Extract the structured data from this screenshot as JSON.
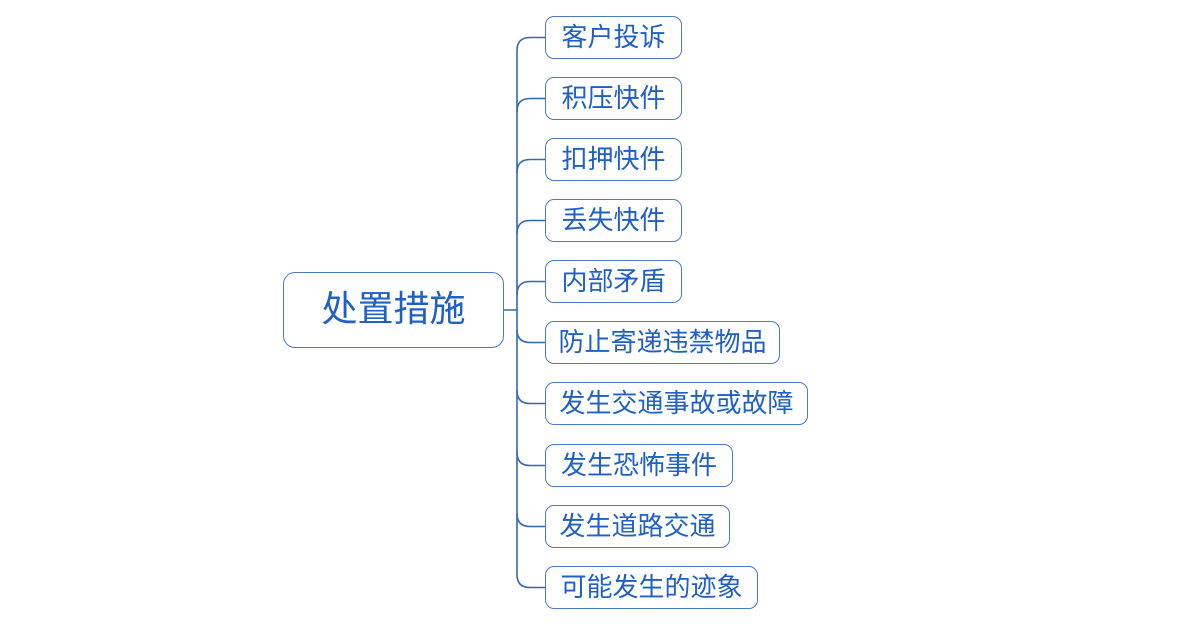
{
  "theme": {
    "node_border_color": "#4A7AC8",
    "connector_color": "#3468B4",
    "text_color": "#1E5FC8",
    "background_color": "#FFFFFF"
  },
  "mindmap": {
    "root": {
      "label": "处置措施"
    },
    "children": [
      {
        "label": "客户投诉"
      },
      {
        "label": "积压快件"
      },
      {
        "label": "扣押快件"
      },
      {
        "label": "丢失快件"
      },
      {
        "label": "内部矛盾"
      },
      {
        "label": "防止寄递违禁物品"
      },
      {
        "label": "发生交通事故或故障"
      },
      {
        "label": "发生恐怖事件"
      },
      {
        "label": "发生道路交通"
      },
      {
        "label": "可能发生的迹象"
      }
    ]
  }
}
